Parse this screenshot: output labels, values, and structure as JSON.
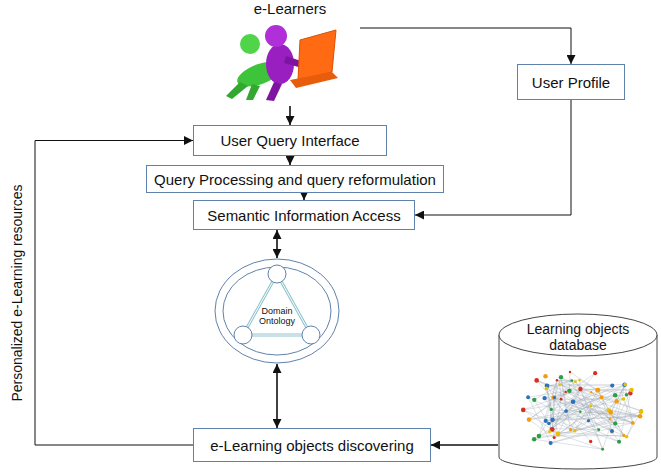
{
  "diagram": {
    "nodes": [
      {
        "text": [
          "e-Learners"
        ]
      },
      {
        "text": [
          "User Profile"
        ]
      },
      {
        "text": [
          "User Query Interface"
        ]
      },
      {
        "text": [
          "Query Processing and query reformulation"
        ]
      },
      {
        "text": [
          "Semantic Information Access"
        ]
      },
      {
        "text": [
          "Domain Ontology"
        ]
      },
      {
        "text": [
          "e-Learning objects discovering"
        ]
      },
      {
        "text": [
          "Learning objects database"
        ]
      }
    ],
    "edges": [
      {
        "from": 0,
        "to": 2,
        "arrow": "to"
      },
      {
        "from": 0,
        "to": 1,
        "arrow": "to"
      },
      {
        "from": 1,
        "to": 4,
        "arrow": "to"
      },
      {
        "from": 2,
        "to": 3,
        "arrow": "to"
      },
      {
        "from": 3,
        "to": 4,
        "arrow": "to"
      },
      {
        "from": 4,
        "to": 5,
        "arrow": "both"
      },
      {
        "from": 5,
        "to": 6,
        "arrow": "both"
      },
      {
        "from": 7,
        "to": 6,
        "arrow": "to"
      },
      {
        "from": 6,
        "to": 2,
        "label": "Personalized e-Learning resources",
        "arrow": "to"
      }
    ]
  }
}
